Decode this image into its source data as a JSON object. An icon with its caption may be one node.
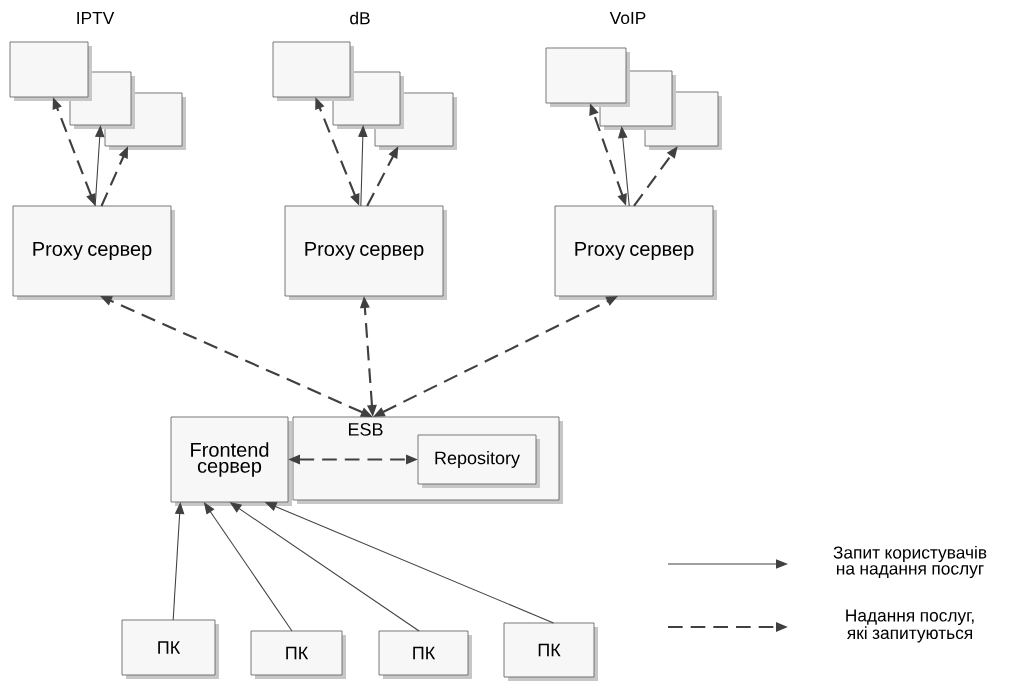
{
  "diagram": {
    "nodes": [
      {
        "text": [],
        "shape": "box"
      },
      {
        "text": [],
        "shape": "box"
      },
      {
        "text": [],
        "shape": "box"
      },
      {
        "text": [],
        "shape": "box"
      },
      {
        "text": [],
        "shape": "box"
      },
      {
        "text": [],
        "shape": "box"
      },
      {
        "text": [],
        "shape": "box"
      },
      {
        "text": [],
        "shape": "box"
      },
      {
        "text": [],
        "shape": "box"
      },
      {
        "text": [
          "Proxy сервер"
        ]
      },
      {
        "text": [
          "Proxy сервер"
        ]
      },
      {
        "text": [
          "Proxy сервер"
        ]
      },
      {
        "text": [
          "ESB"
        ]
      },
      {
        "text": [
          "Frontend сервер"
        ]
      },
      {
        "text": [
          "Repository"
        ],
        "in": 12
      },
      {
        "text": [
          "ПК"
        ]
      },
      {
        "text": [
          "ПК"
        ]
      },
      {
        "text": [
          "ПК"
        ]
      },
      {
        "text": [
          "ПК"
        ]
      }
    ],
    "edges": [
      {
        "from": 9,
        "to": 0,
        "arrow": "both",
        "style": "dashed"
      },
      {
        "from": 9,
        "to": 1,
        "arrow": "to"
      },
      {
        "from": 9,
        "to": 2,
        "arrow": "to",
        "style": "dashed"
      },
      {
        "from": 10,
        "to": 3,
        "arrow": "both",
        "style": "dashed"
      },
      {
        "from": 10,
        "to": 4,
        "arrow": "to"
      },
      {
        "from": 10,
        "to": 5,
        "arrow": "to",
        "style": "dashed"
      },
      {
        "from": 11,
        "to": 6,
        "arrow": "both",
        "style": "dashed"
      },
      {
        "from": 11,
        "to": 7,
        "arrow": "to"
      },
      {
        "from": 11,
        "to": 8,
        "arrow": "to",
        "style": "dashed"
      },
      {
        "from": 12,
        "to": 9,
        "arrow": "both",
        "style": "dashed"
      },
      {
        "from": 12,
        "to": 10,
        "arrow": "both",
        "style": "dashed"
      },
      {
        "from": 12,
        "to": 11,
        "arrow": "both",
        "style": "dashed"
      },
      {
        "from": 13,
        "to": 14,
        "arrow": "both",
        "style": "dashed"
      },
      {
        "from": 15,
        "to": 13,
        "arrow": "to"
      },
      {
        "from": 16,
        "to": 13,
        "arrow": "to"
      },
      {
        "from": 17,
        "to": 13,
        "arrow": "to"
      },
      {
        "from": 18,
        "to": 13,
        "arrow": "to"
      }
    ],
    "labels": [
      "IPTV",
      "dB",
      "VoIP"
    ],
    "legend": [
      {
        "text": "Запит користувачів на надання послуг"
      },
      {
        "text": "Надання послуг, які запитуються"
      }
    ]
  }
}
